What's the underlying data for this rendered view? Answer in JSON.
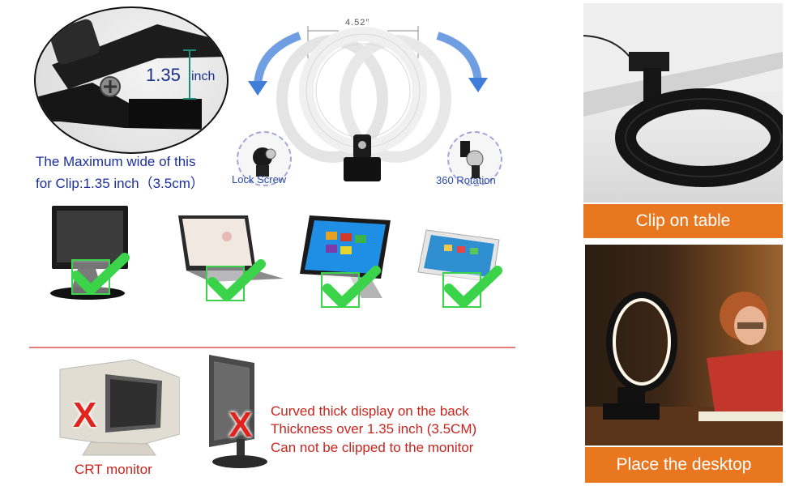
{
  "clip_detail": {
    "dimension_value": "1.35",
    "dimension_unit": "inch",
    "caption_line1": "The Maximum wide of this",
    "caption_line2": "for Clip:1.35 inch（3.5cm）"
  },
  "ring_diagram": {
    "measurement": "4.52″",
    "lock_label": "Lock Screw",
    "rotation_label": "360 Rotation"
  },
  "compatible_devices": [
    {
      "icon": "monitor-icon"
    },
    {
      "icon": "laptop-icon"
    },
    {
      "icon": "tablet-icon"
    },
    {
      "icon": "ipad-icon"
    }
  ],
  "incompatible": {
    "crt_label": "CRT monitor",
    "warning_lines": [
      "Curved thick display on the back",
      "Thickness over 1.35 inch (3.5CM)",
      "Can not be clipped to the monitor"
    ]
  },
  "photos": {
    "top_caption": "Clip on table",
    "bottom_caption": "Place the desktop"
  },
  "colors": {
    "accent_orange": "#e8771f",
    "check_green": "#3ad34a",
    "x_red": "#e0251e",
    "caption_blue": "#1b2fa0",
    "warning_red": "#c8251e"
  }
}
